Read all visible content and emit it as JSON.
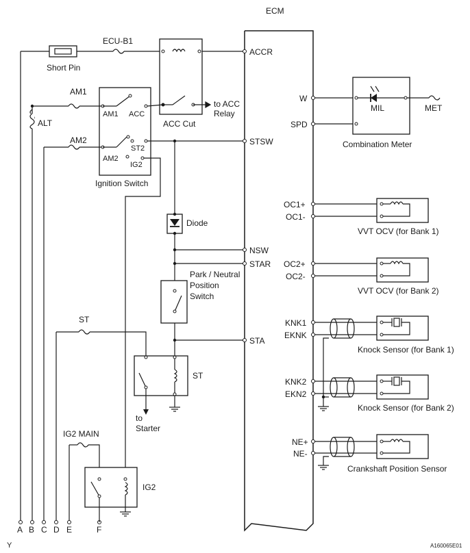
{
  "title": "ECM",
  "image_code": "A160065E01",
  "corner_mark": "Y",
  "components": {
    "short_pin": "Short Pin",
    "ecu_b1": "ECU-B1",
    "am1_fuse": "AM1",
    "am2_fuse": "AM2",
    "alt_fuse": "ALT",
    "ignition_switch": "Ignition Switch",
    "sw_am1": "AM1",
    "sw_acc": "ACC",
    "sw_am2": "AM2",
    "sw_st2": "ST2",
    "sw_ig2": "IG2",
    "acc_cut": "ACC Cut",
    "to_acc_relay_1": "to ACC",
    "to_acc_relay_2": "Relay",
    "diode": "Diode",
    "pnp_1": "Park / Neutral",
    "pnp_2": "Position",
    "pnp_3": "Switch",
    "st_fuse": "ST",
    "st_relay": "ST",
    "to_starter_1": "to",
    "to_starter_2": "Starter",
    "ig2_main": "IG2 MAIN",
    "ig2_relay": "IG2",
    "mil": "MIL",
    "met": "MET",
    "combination_meter": "Combination Meter",
    "vvt1": "VVT OCV (for Bank 1)",
    "vvt2": "VVT OCV (for Bank 2)",
    "knock1": "Knock Sensor (for Bank 1)",
    "knock2": "Knock Sensor (for Bank 2)",
    "crank": "Crankshaft Position Sensor"
  },
  "ecm_pins": {
    "accr": "ACCR",
    "stsw": "STSW",
    "nsw": "NSW",
    "star": "STAR",
    "sta": "STA",
    "w": "W",
    "spd": "SPD",
    "oc1p": "OC1+",
    "oc1m": "OC1-",
    "oc2p": "OC2+",
    "oc2m": "OC2-",
    "knk1": "KNK1",
    "eknk": "EKNK",
    "knk2": "KNK2",
    "ekn2": "EKN2",
    "nep": "NE+",
    "nem": "NE-"
  },
  "terminals": {
    "a": "A",
    "b": "B",
    "c": "C",
    "d": "D",
    "e": "E",
    "f": "F"
  }
}
